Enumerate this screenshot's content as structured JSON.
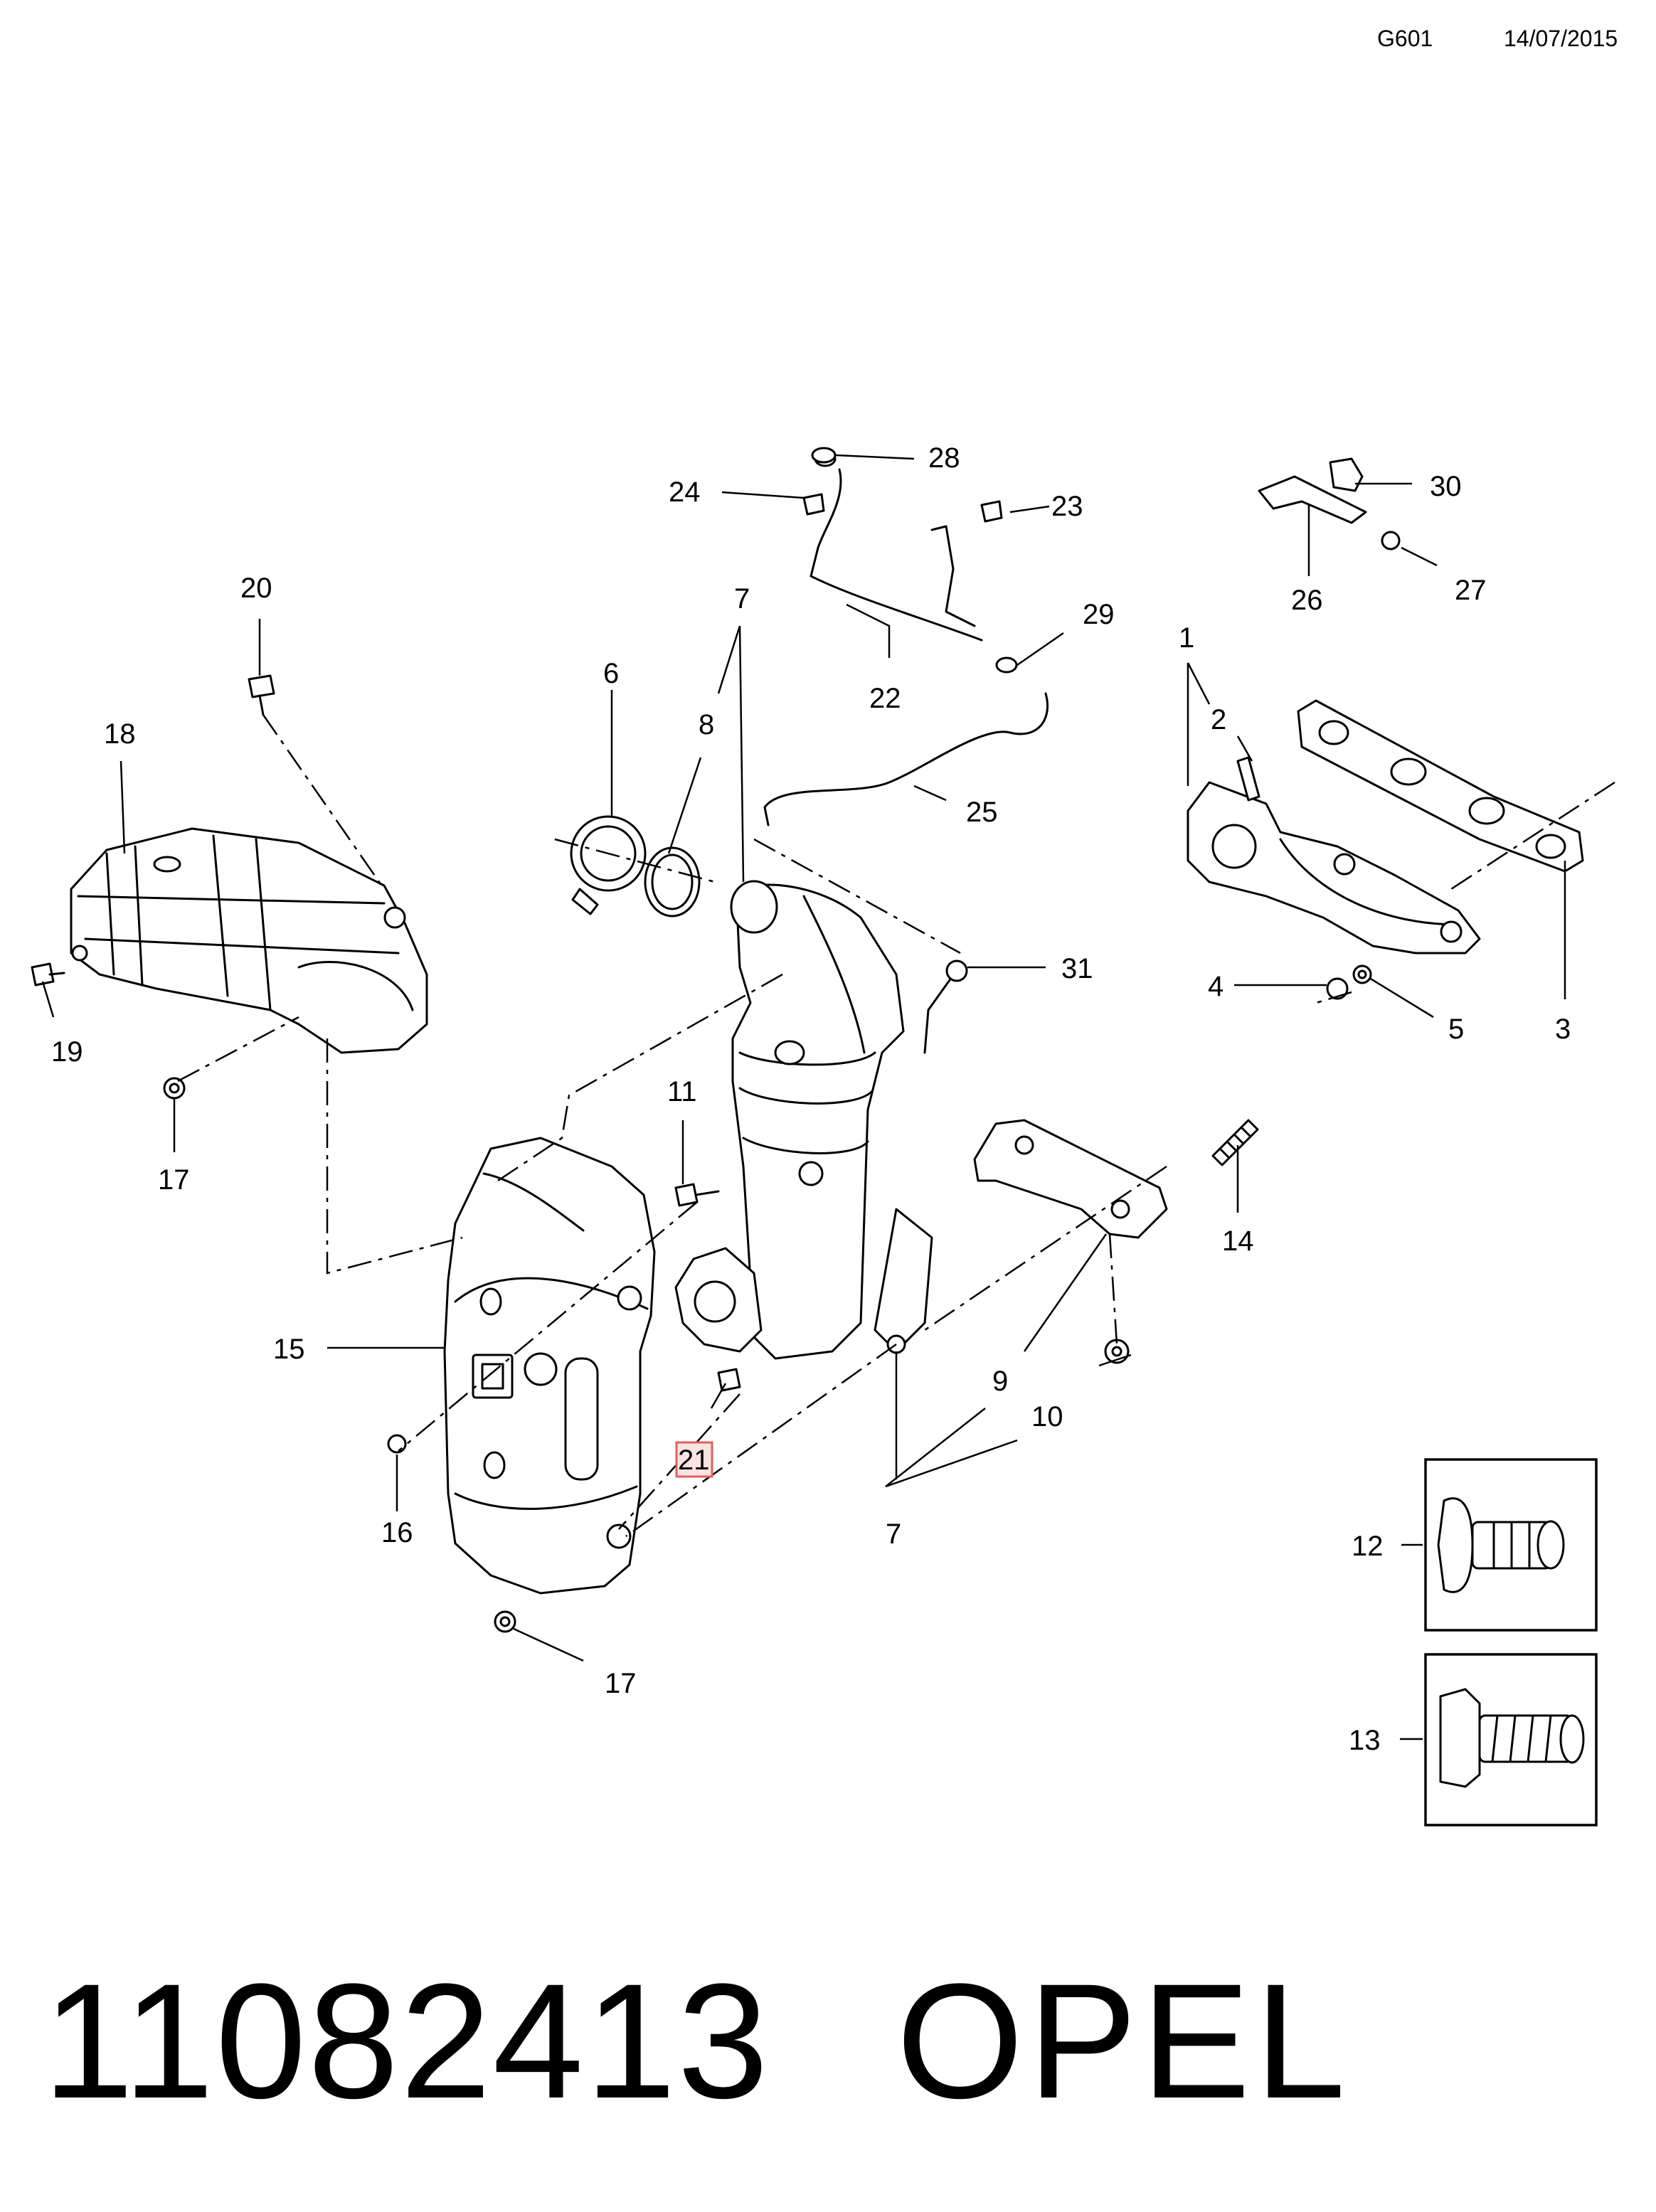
{
  "header": {
    "code": "G601",
    "date": "14/07/2015"
  },
  "callouts": {
    "c1": "1",
    "c2": "2",
    "c3": "3",
    "c4": "4",
    "c5": "5",
    "c6": "6",
    "c7a": "7",
    "c7b": "7",
    "c8": "8",
    "c9": "9",
    "c10": "10",
    "c11": "11",
    "c12": "12",
    "c13": "13",
    "c14": "14",
    "c15": "15",
    "c16": "16",
    "c17a": "17",
    "c17b": "17",
    "c18": "18",
    "c19": "19",
    "c20": "20",
    "c21": "21",
    "c22": "22",
    "c23": "23",
    "c24": "24",
    "c25": "25",
    "c26": "26",
    "c27": "27",
    "c28": "28",
    "c29": "29",
    "c30": "30",
    "c31": "31"
  },
  "highlight": {
    "callout": "21",
    "color": "#e06060",
    "fill": "#fbe3e3"
  },
  "footer": {
    "part_number": "11082413",
    "brand": "OPEL"
  }
}
